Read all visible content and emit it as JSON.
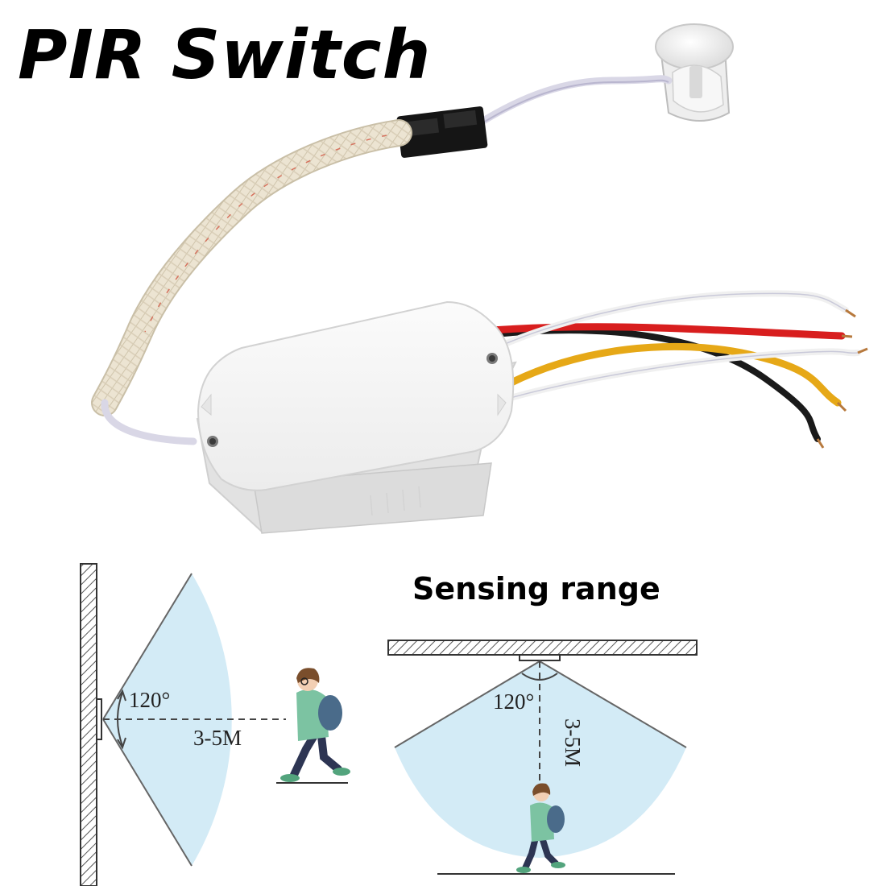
{
  "title": "PIR Switch",
  "sensing": {
    "title": "Sensing range",
    "wall_view": {
      "angle_label": "120°",
      "distance_label": "3-5M"
    },
    "ceiling_view": {
      "angle_label": "120°",
      "distance_label": "3-5M"
    }
  },
  "colors": {
    "coverage": "#d3ebf6",
    "wire_red": "#d81e1e",
    "wire_yellow": "#e6a817",
    "wire_black": "#1a1a1a",
    "wire_white": "#f2f2f2",
    "connector": "#111111",
    "sleeve": "#ede5d3"
  }
}
